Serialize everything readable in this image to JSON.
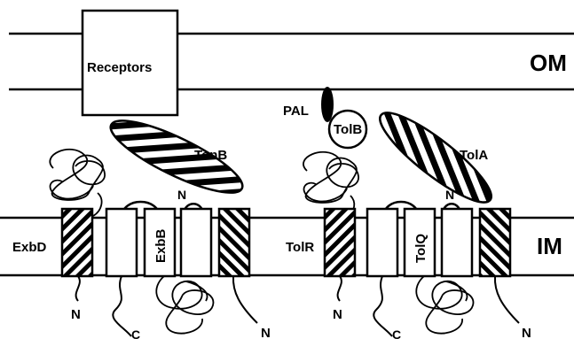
{
  "membranes": {
    "outer": "OM",
    "inner": "IM"
  },
  "labels": {
    "receptors": "Receptors",
    "tonb": "TonB",
    "exbd": "ExbD",
    "exbb": "ExbB",
    "pal": "PAL",
    "tolb": "TolB",
    "tola": "TolA",
    "tolr": "TolR",
    "tolq": "TolQ"
  },
  "termini": {
    "n": "N",
    "c": "C"
  },
  "colors": {
    "ink": "#000000",
    "fill": "#ffffff"
  }
}
